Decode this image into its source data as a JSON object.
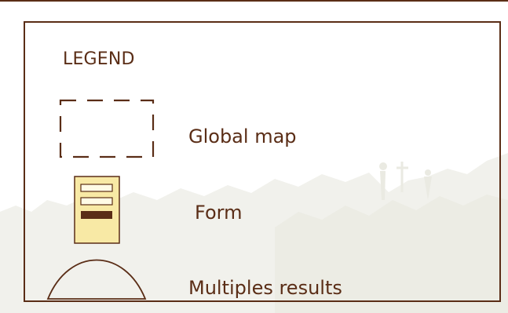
{
  "legend": {
    "title": "LEGEND",
    "items": [
      {
        "label": "Global map",
        "icon": "dashed-rectangle-icon"
      },
      {
        "label": "Form",
        "icon": "form-icon"
      },
      {
        "label": "Multiples results",
        "icon": "arc-icon"
      }
    ]
  },
  "colors": {
    "line": "#5a2d16",
    "form_fill": "#f8e9a5",
    "form_bar": "#5a2d16",
    "background_silhouette": "#f1f1ec"
  }
}
